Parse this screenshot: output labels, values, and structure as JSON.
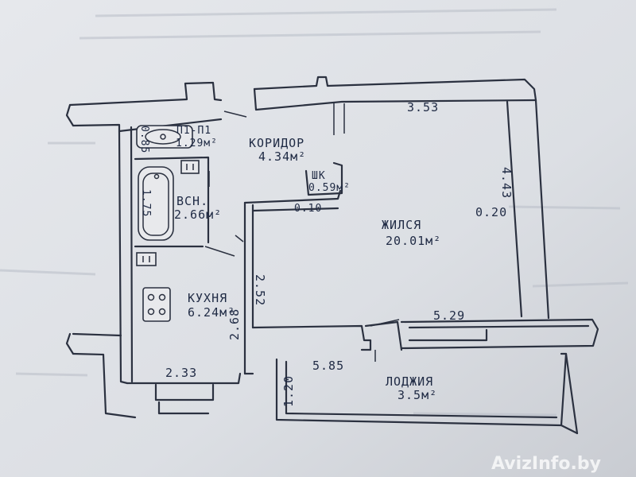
{
  "rooms": {
    "bathroom_small": {
      "name": "П1-П1",
      "area": "1.29м²"
    },
    "corridor": {
      "name": "КОРИДОР",
      "area": "4.34м²"
    },
    "closet": {
      "name": "ШК",
      "area": "0.59м²"
    },
    "bathroom": {
      "name": "ВСН.",
      "area": "2.66м²"
    },
    "living": {
      "name": "ЖИЛСЯ",
      "area": "20.01м²"
    },
    "kitchen": {
      "name": "КУХНЯ",
      "area": "6.24м²"
    },
    "loggia": {
      "name": "ЛОДЖИЯ",
      "area": "3.5м²"
    }
  },
  "dimensions": {
    "top_width": "3.53",
    "right_height": "4.43",
    "wall_thickness": "0.20",
    "closet_offset": "0.10",
    "bath_width": "0.85",
    "tub_length": "1.75",
    "kitchen_wall": "2.52",
    "kitchen_height": "2.68",
    "kitchen_width": "2.33",
    "window_width": "5.29",
    "loggia_width": "5.85",
    "loggia_depth": "1.20"
  },
  "watermark": "AvizInfo.by"
}
